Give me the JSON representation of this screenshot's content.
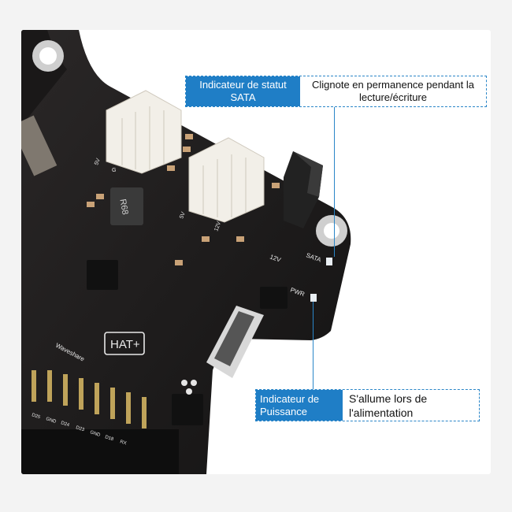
{
  "callouts": [
    {
      "label": "Indicateur de statut SATA",
      "description": "Clignote en permanence pendant la lecture/écriture"
    },
    {
      "label": "Indicateur de Puissance",
      "description": "S'allume lors de l'alimentation"
    }
  ],
  "board": {
    "silkscreen": {
      "brand": "Waveshare",
      "badge": "HAT+",
      "sata": "SATA",
      "pwr": "PWR",
      "v12": "12V",
      "v5": "5V",
      "g": "G",
      "inductor": "R68",
      "pins": [
        "D25",
        "GND",
        "D24",
        "D23",
        "GND",
        "D18",
        "RX"
      ]
    }
  },
  "colors": {
    "accent": "#1f7ec6",
    "pcb": "#1e1c1c",
    "led": "#e9eef2"
  }
}
